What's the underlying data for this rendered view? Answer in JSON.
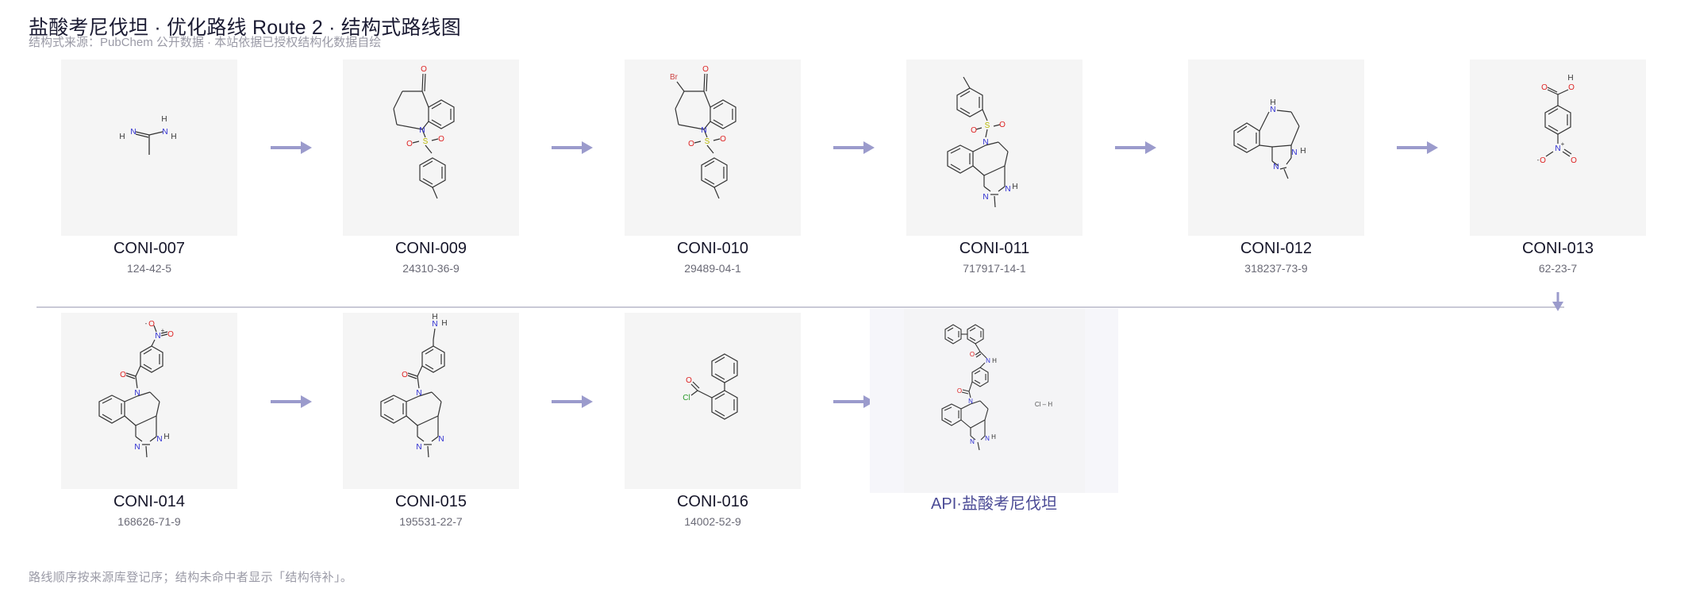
{
  "header": {
    "title": "盐酸考尼伐坦 · 优化路线 Route 2 · 结构式路线图",
    "subtitle": "结构式来源：PubChem 公开数据 · 本站依据已授权结构化数据自绘"
  },
  "footnote": "路线顺序按来源库登记序；结构未命中者显示「结构待补」。",
  "colors": {
    "arrow": "#9b9bcc",
    "connector": "#c9c9d6",
    "api_label": "#4b4b96",
    "card_bg": "#f5f5f5"
  },
  "compounds": [
    {
      "id": "CONI-007",
      "cas": "124-42-5"
    },
    {
      "id": "CONI-009",
      "cas": "24310-36-9"
    },
    {
      "id": "CONI-010",
      "cas": "29489-04-1"
    },
    {
      "id": "CONI-011",
      "cas": "717917-14-1"
    },
    {
      "id": "CONI-012",
      "cas": "318237-73-9"
    },
    {
      "id": "CONI-013",
      "cas": "62-23-7"
    },
    {
      "id": "CONI-014",
      "cas": "168626-71-9"
    },
    {
      "id": "CONI-015",
      "cas": "195531-22-7"
    },
    {
      "id": "CONI-016",
      "cas": "14002-52-9"
    }
  ],
  "api": {
    "label": "API·盐酸考尼伐坦"
  },
  "atoms": {
    "N": "N",
    "H": "H",
    "O": "O",
    "S": "S",
    "Br": "Br",
    "Cl": "Cl",
    "plus": "+",
    "minus": "-",
    "hcl": "Cl – H"
  }
}
